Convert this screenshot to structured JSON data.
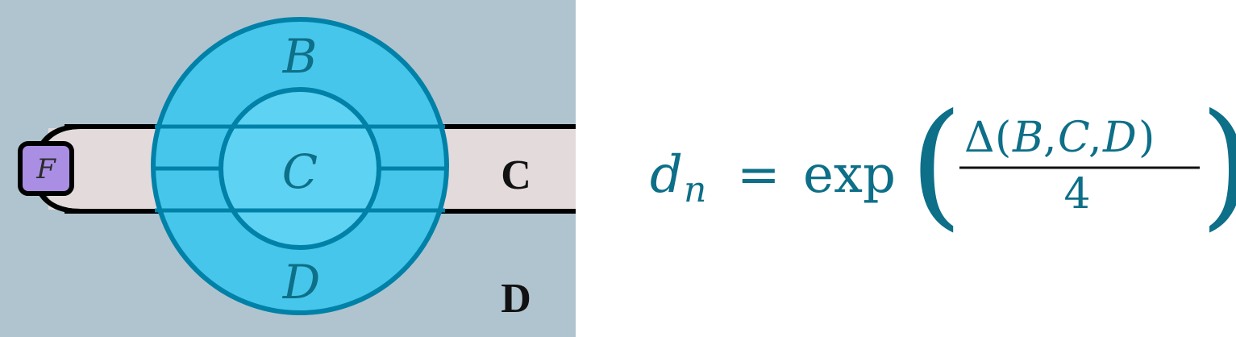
{
  "colors": {
    "background_region": "#b0c4d0",
    "strip_fill": "#e3dadb",
    "strip_stroke": "#000000",
    "outer_disk": "#46c6ea",
    "inner_disk": "#5ed2f2",
    "disk_stroke": "#0081a8",
    "label_teal": "#0d6f88",
    "node_fill": "#a98ee3",
    "formula_color": "#0d6f88"
  },
  "diagram": {
    "node_label": "F",
    "region_b_label": "B",
    "region_c_label": "C",
    "region_d_label": "D",
    "strip_label": "C",
    "background_label": "D"
  },
  "formula": {
    "lhs_var": "d",
    "lhs_sub": "n",
    "equals": "=",
    "func": "exp",
    "left_paren": "(",
    "numerator": {
      "delta": "Δ",
      "open": "(",
      "arg1": "B",
      "comma1": ",",
      "arg2": "C",
      "comma2": ",",
      "arg3": "D",
      "close": ")"
    },
    "denominator": "4",
    "right_paren": ")"
  }
}
